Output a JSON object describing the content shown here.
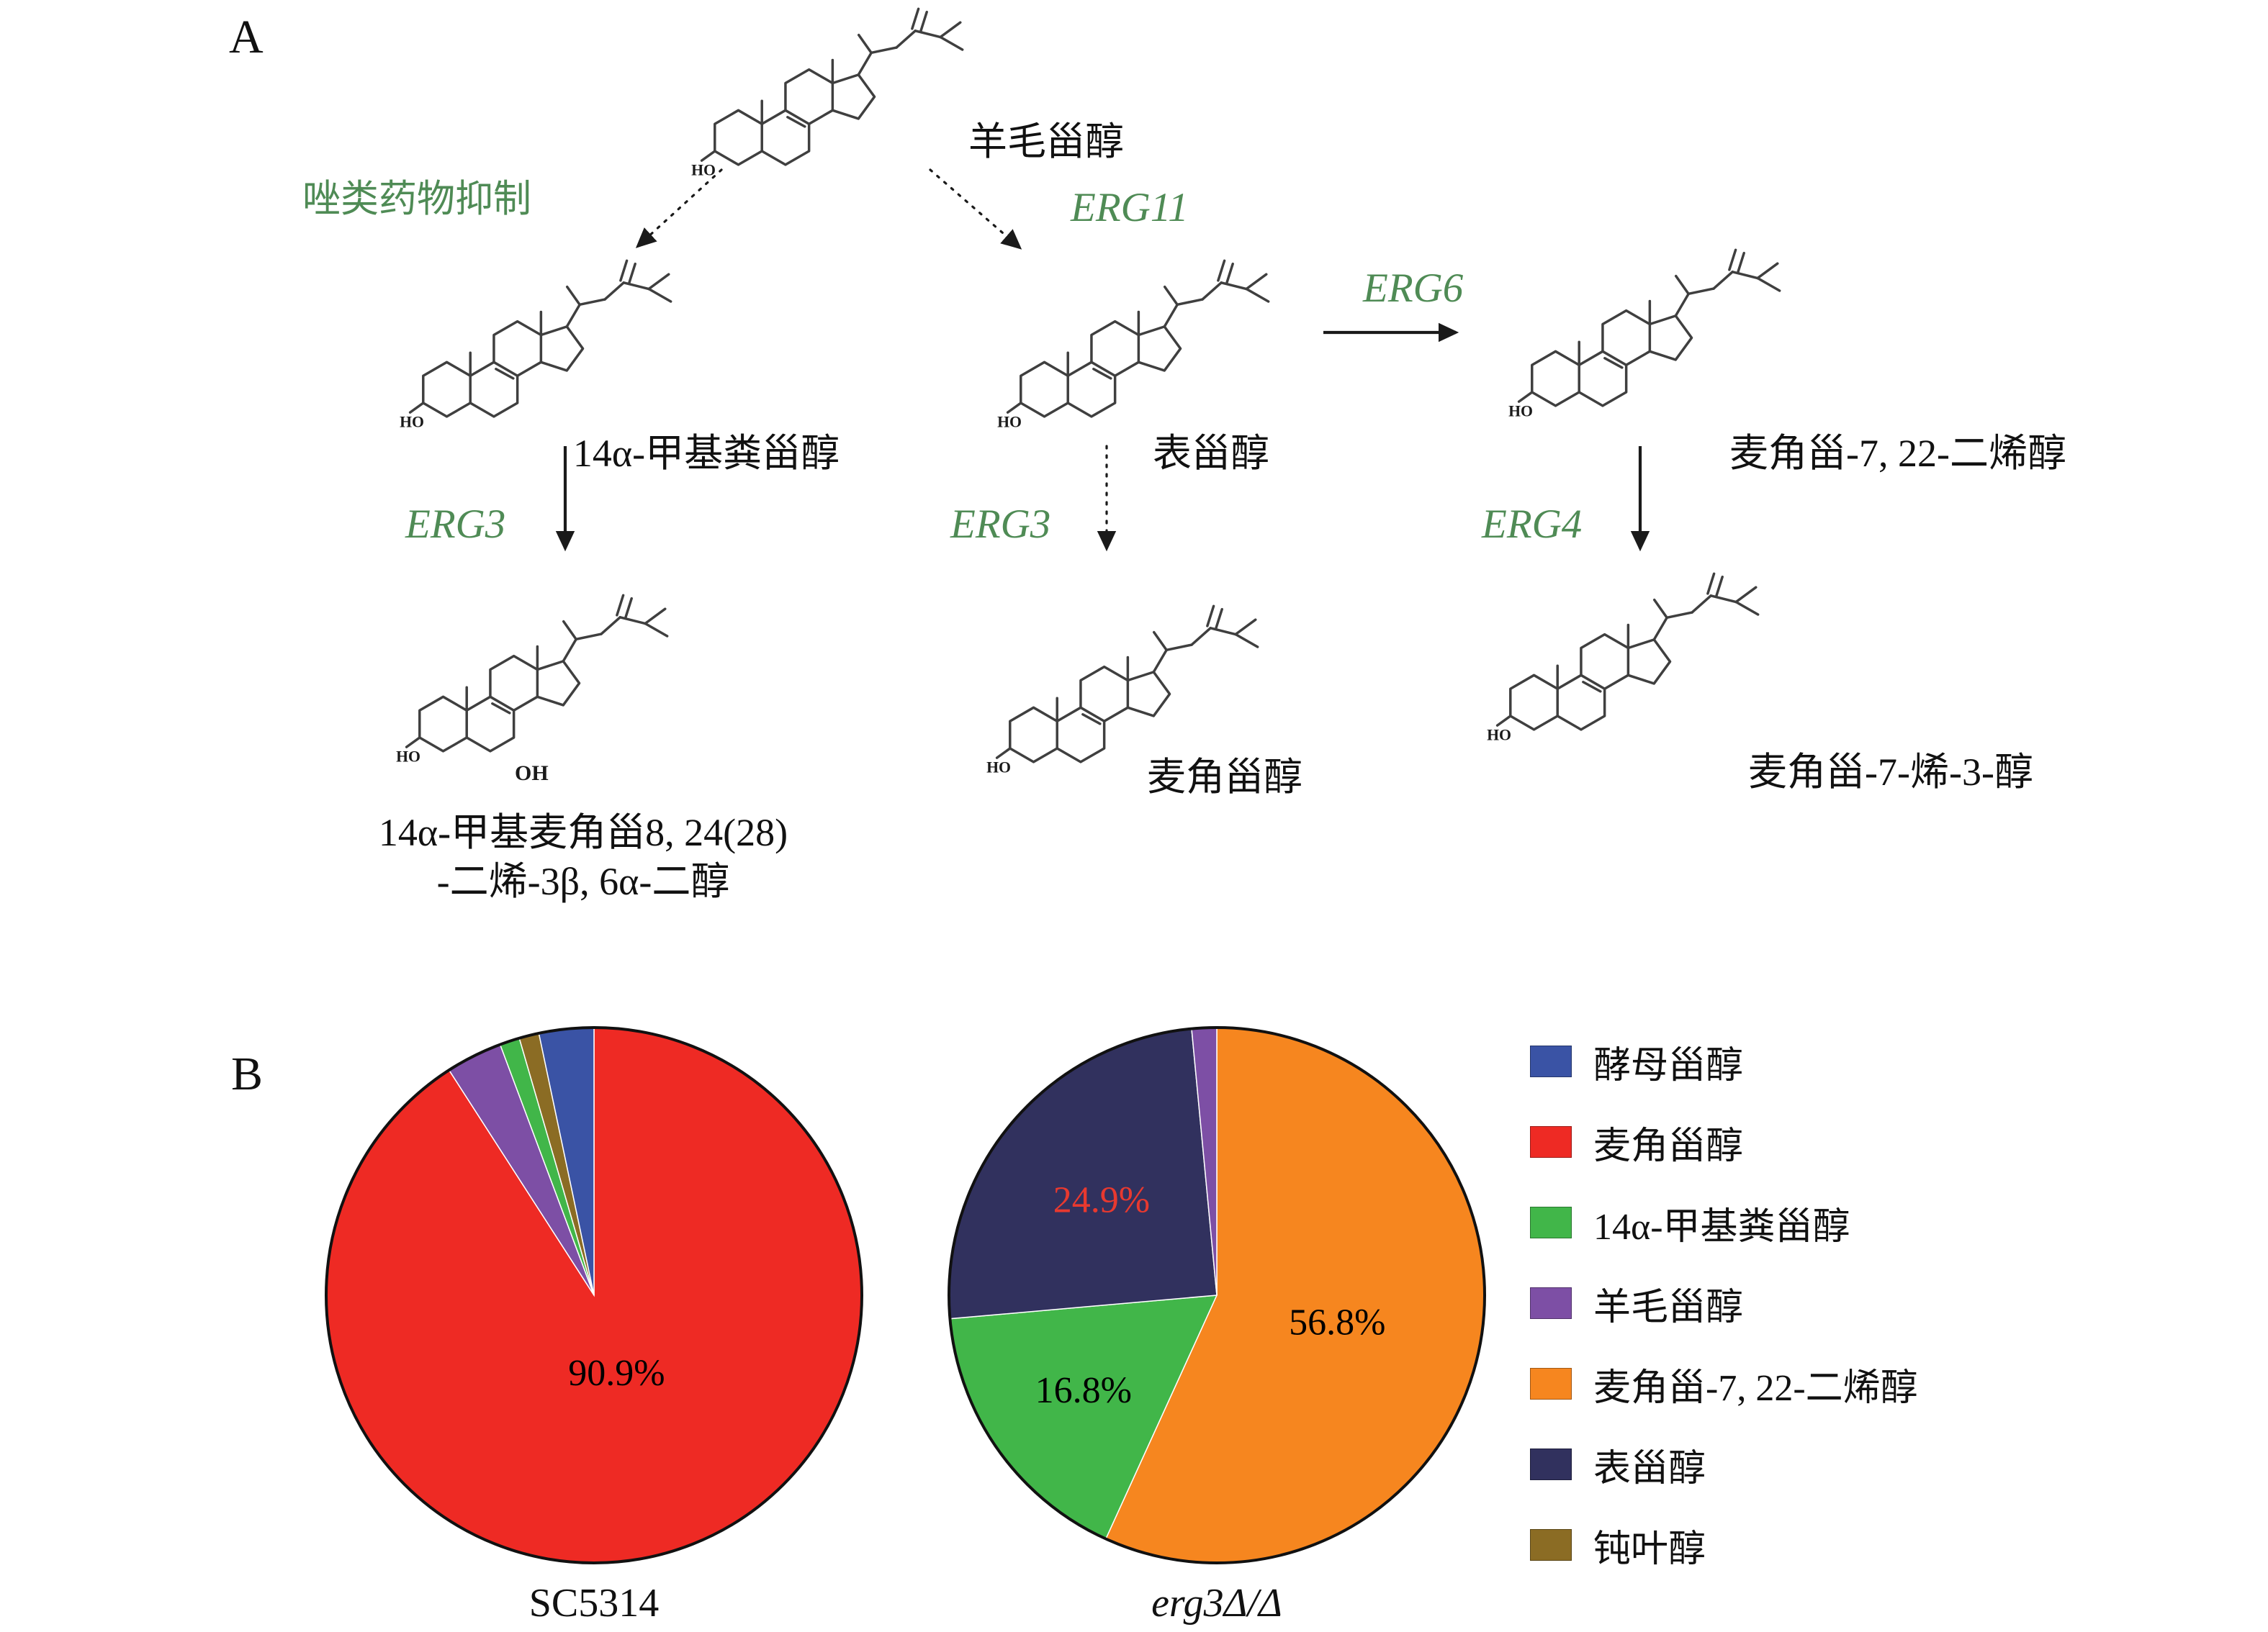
{
  "figure": {
    "panelA_label": "A",
    "panelB_label": "B"
  },
  "panelA": {
    "inhibition_label": "唑类药物抑制",
    "gene_color": "#4f8b55",
    "genes": {
      "erg11": "ERG11",
      "erg6": "ERG6",
      "erg3_left": "ERG3",
      "erg3_mid": "ERG3",
      "erg4": "ERG4"
    },
    "compounds": {
      "lanosterol": "羊毛甾醇",
      "methyl_fecosterol": "14α-甲基粪甾醇",
      "episterol": "表甾醇",
      "ergosta_7_22_dienol": "麦角甾-7, 22-二烯醇",
      "methyl_diol_line1": "14α-甲基麦角甾8, 24(28)",
      "methyl_diol_line2": "-二烯-3β, 6α-二醇",
      "ergosterol": "麦角甾醇",
      "ergosta_7_en_3_ol": "麦角甾-7-烯-3-醇"
    },
    "structures": {
      "ho_label": "HO",
      "oh_label": "OH"
    }
  },
  "chart_data": [
    {
      "type": "pie",
      "title": "SC5314",
      "direction": "clockwise",
      "start_angle_deg": -90,
      "slices": [
        {
          "label": "麦角甾醇",
          "value": 90.9,
          "color": "#ee2a24",
          "text": "90.9%",
          "text_color": "#000000",
          "label_r": 0.3
        },
        {
          "label": "羊毛甾醇",
          "value": 3.4,
          "color": "#7d4fa5"
        },
        {
          "label": "14α-甲基粪甾醇",
          "value": 1.2,
          "color": "#41b649"
        },
        {
          "label": "钝叶醇",
          "value": 1.2,
          "color": "#8b6c24"
        },
        {
          "label": "酵母甾醇",
          "value": 3.3,
          "color": "#3a53a5"
        }
      ]
    },
    {
      "type": "pie",
      "title": "erg3Δ/Δ",
      "direction": "clockwise",
      "start_angle_deg": -90,
      "slices": [
        {
          "label": "麦角甾-7, 22-二烯醇",
          "value": 56.8,
          "color": "#f6861f",
          "text": "56.8%",
          "text_color": "#000000",
          "label_r": 0.46
        },
        {
          "label": "14α-甲基粪甾醇",
          "value": 16.8,
          "color": "#41b649",
          "text": "16.8%",
          "text_color": "#000000",
          "label_r": 0.61
        },
        {
          "label": "表甾醇",
          "value": 24.9,
          "color": "#31315e",
          "text": "24.9%",
          "text_color": "#e8392f",
          "label_r": 0.56
        },
        {
          "label": "羊毛甾醇",
          "value": 1.5,
          "color": "#7d4fa5"
        }
      ]
    }
  ],
  "legend": {
    "items": [
      {
        "label": "酵母甾醇",
        "color": "#3a53a5"
      },
      {
        "label": "麦角甾醇",
        "color": "#ee2a24"
      },
      {
        "label": "14α-甲基粪甾醇",
        "color": "#41b649"
      },
      {
        "label": "羊毛甾醇",
        "color": "#7d4fa5"
      },
      {
        "label": "麦角甾-7, 22-二烯醇",
        "color": "#f6861f"
      },
      {
        "label": "表甾醇",
        "color": "#31315e"
      },
      {
        "label": "钝叶醇",
        "color": "#8b6c24"
      }
    ]
  }
}
